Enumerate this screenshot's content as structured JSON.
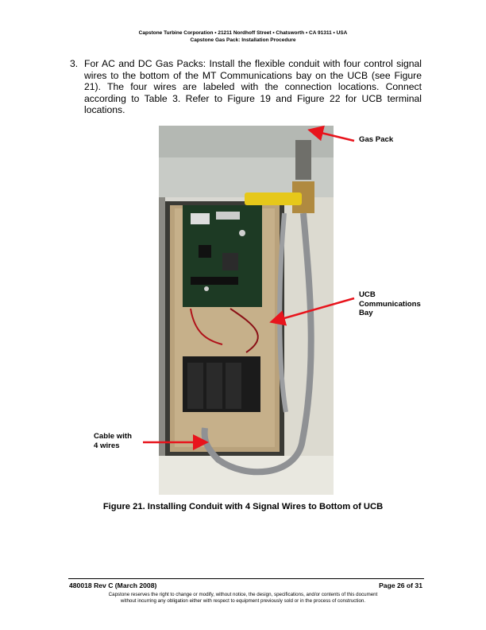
{
  "header": {
    "line1": "Capstone Turbine Corporation • 21211 Nordhoff Street • Chatsworth • CA 91311 • USA",
    "line2": "Capstone Gas Pack: Installation Procedure"
  },
  "step": {
    "number": "3.",
    "text": "For AC and DC Gas Packs: Install the flexible conduit with four control signal wires to the bottom of the MT Communications bay on the UCB (see Figure 21). The four wires are labeled with the connection locations. Connect according to Table 3. Refer to Figure 19 and Figure 22 for UCB terminal locations."
  },
  "callouts": {
    "gas_pack": "Gas Pack",
    "ucb_line1": "UCB",
    "ucb_line2": "Communications",
    "ucb_line3": "Bay",
    "cable_line1": "Cable with",
    "cable_line2": "4 wires"
  },
  "figure": {
    "caption": "Figure 21. Installing Conduit with 4 Signal Wires to Bottom of UCB"
  },
  "footer": {
    "doc_id": "480018 Rev C (March 2008)",
    "page": "Page 26 of 31",
    "note_line1": "Capstone reserves the right to change or modify, without notice, the design, specifications, and/or contents of this document",
    "note_line2": "without incurring any obligation either with respect to equipment previously sold or in the process of construction."
  },
  "colors": {
    "arrow": "#e8141c"
  }
}
